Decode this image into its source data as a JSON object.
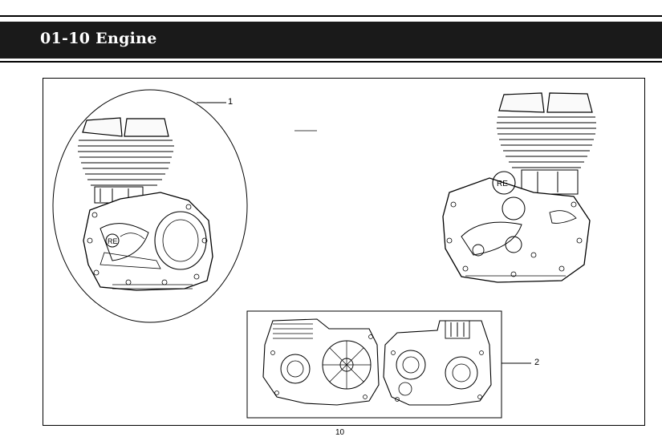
{
  "header": {
    "title": "01-10 Engine"
  },
  "callouts": [
    "1",
    "2"
  ],
  "footer": {
    "page_number": "10"
  },
  "icons": {
    "logo": "royal-enfield-logo-icon",
    "part": "engine-drawing-icon"
  },
  "colors": {
    "title_bar": "#1a1a1a",
    "line": "#000000",
    "background": "#ffffff"
  }
}
